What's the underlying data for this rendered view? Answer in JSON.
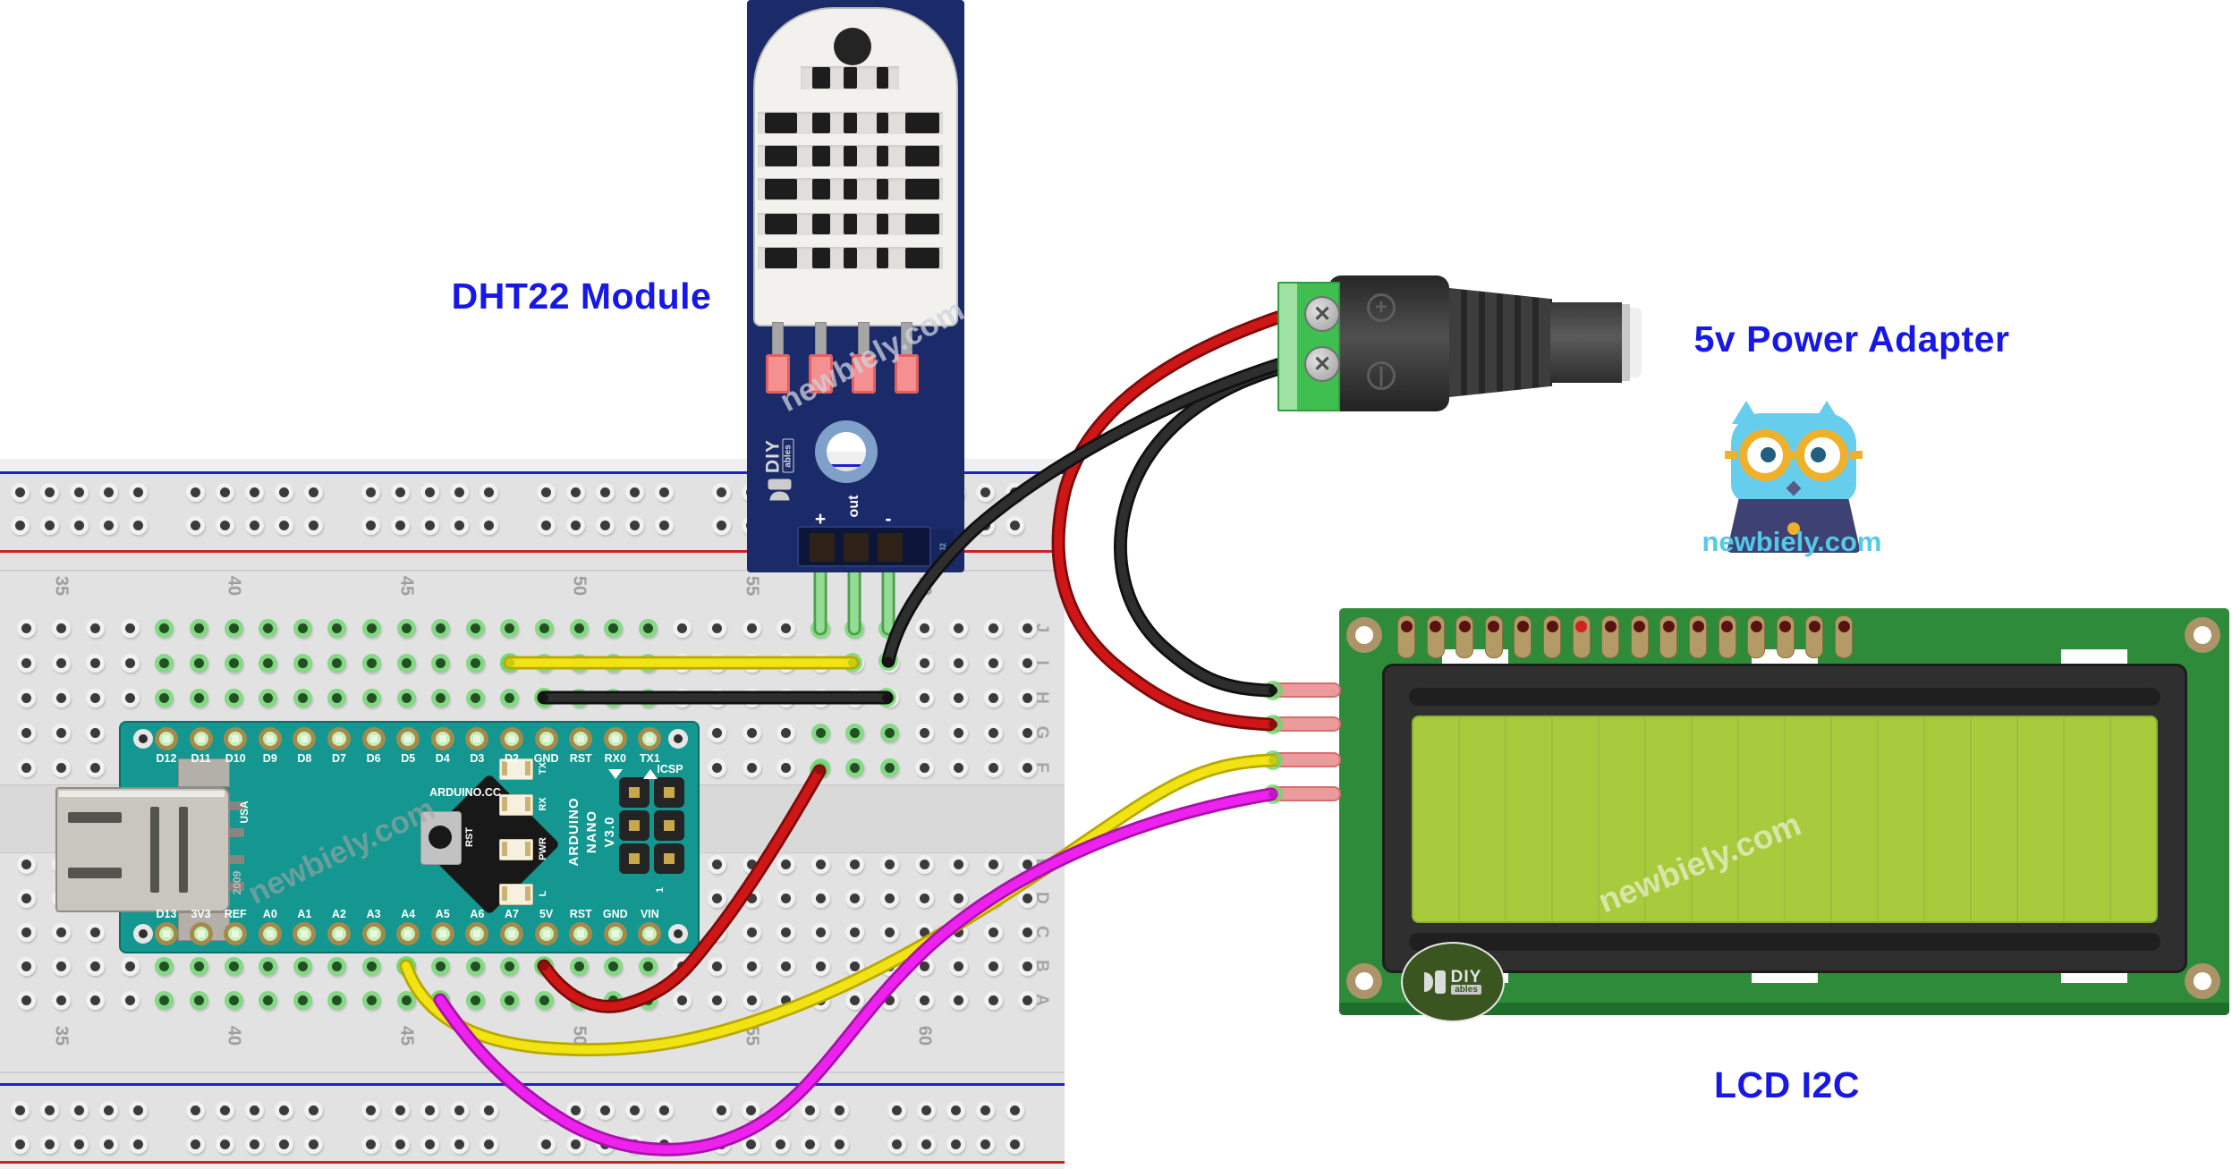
{
  "captions": {
    "dht": "DHT22 Module",
    "power": "5v Power Adapter",
    "lcd": "LCD I2C"
  },
  "brand": {
    "site": "newbiely.com"
  },
  "watermark": {
    "text": "newbiely.com"
  },
  "breadboard": {
    "column_numbers": [
      "35",
      "40",
      "45",
      "50",
      "55",
      "60"
    ],
    "row_letters_top": [
      "J",
      "I",
      "H",
      "G",
      "F"
    ],
    "row_letters_bottom": [
      "E",
      "D",
      "C",
      "B",
      "A"
    ]
  },
  "dht_module": {
    "pin_labels": [
      "+",
      "out",
      "-"
    ],
    "connector_ref": "J2",
    "logo": {
      "brand": "DIY",
      "sub": "ables"
    }
  },
  "arduino_nano": {
    "top_pins": [
      "D12",
      "D11",
      "D10",
      "D9",
      "D8",
      "D7",
      "D6",
      "D5",
      "D4",
      "D3",
      "D2",
      "GND",
      "RST",
      "RX0",
      "TX1"
    ],
    "bottom_pins": [
      "D13",
      "3V3",
      "REF",
      "A0",
      "A1",
      "A2",
      "A3",
      "A4",
      "A5",
      "A6",
      "A7",
      "5V",
      "RST",
      "GND",
      "VIN"
    ],
    "brand": "ARDUINO.CC",
    "usa": "USA",
    "year": "2009",
    "model_lines": [
      "ARDUINO",
      "NANO",
      "V3.0"
    ],
    "reset_label": "RST",
    "led_labels": [
      "TX",
      "RX",
      "PWR",
      "L"
    ],
    "icsp_label": "ICSP",
    "pin1_label": "1"
  },
  "power_adapter": {
    "plus_symbol": "+",
    "minus_symbol": "|",
    "screw_icon": "✕"
  },
  "lcd": {
    "pin_count": 16,
    "highlight_pin": 7,
    "logo": {
      "brand": "DIY",
      "sub": "ables"
    }
  },
  "colors": {
    "caption_blue": "#1818e6",
    "brand_blue": "#56c8e8",
    "rail_blue": "#2121cc",
    "rail_red": "#cc2121",
    "wire_yellow": "#f2e313",
    "wire_yellow_dark": "#b8a800",
    "wire_black": "#2e2e2e",
    "wire_black_dark": "#101010",
    "wire_red": "#cf1616",
    "wire_red_dark": "#7d0a0a",
    "wire_magenta": "#ee22ee",
    "wire_magenta_dark": "#a812a8",
    "leg_green": "#93dc93",
    "leg_green_dark": "#4f9e4f"
  }
}
